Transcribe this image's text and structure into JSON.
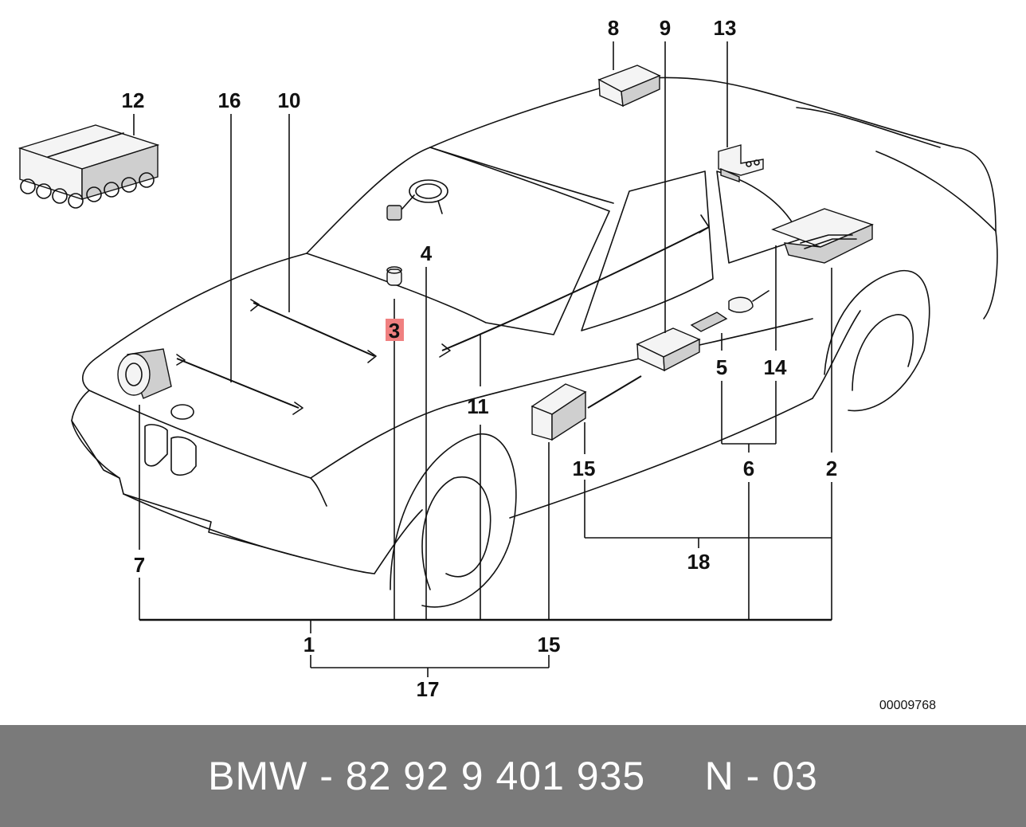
{
  "diagram": {
    "callouts": {
      "c1": "1",
      "c2": "2",
      "c3": "3",
      "c4": "4",
      "c5": "5",
      "c6": "6",
      "c7": "7",
      "c8": "8",
      "c9": "9",
      "c10": "10",
      "c11": "11",
      "c12": "12",
      "c13": "13",
      "c14": "14",
      "c15a": "15",
      "c15b": "15",
      "c16": "16",
      "c17": "17",
      "c18": "18"
    },
    "highlighted_callout": "3",
    "highlight_color": "#f08080",
    "drawing_code": "00009768"
  },
  "footer": {
    "text": "BMW - 82 92 9 401 935     N - 03",
    "background": "#7a7a7a",
    "text_color": "#ffffff"
  }
}
